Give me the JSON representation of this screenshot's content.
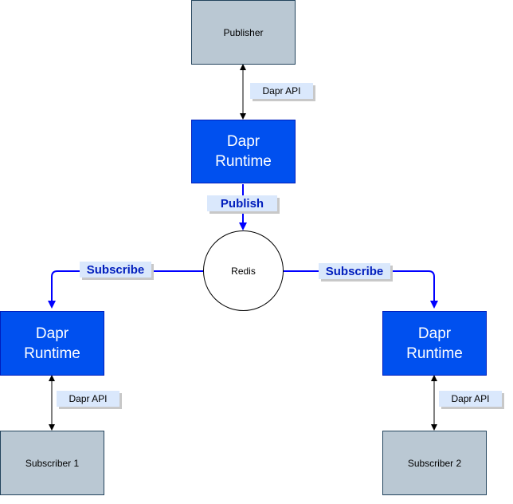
{
  "nodes": {
    "publisher": "Publisher",
    "runtime_top_line1": "Dapr",
    "runtime_top_line2": "Runtime",
    "redis": "Redis",
    "runtime_left_line1": "Dapr",
    "runtime_left_line2": "Runtime",
    "runtime_right_line1": "Dapr",
    "runtime_right_line2": "Runtime",
    "subscriber1": "Subscriber 1",
    "subscriber2": "Subscriber 2"
  },
  "edges": {
    "api_top": "Dapr API",
    "publish": "Publish",
    "subscribe_left": "Subscribe",
    "subscribe_right": "Subscribe",
    "api_left": "Dapr API",
    "api_right": "Dapr API"
  },
  "colors": {
    "grey_fill": "#bac8d3",
    "blue_fill": "#0050ef",
    "connector_blue": "#0000ff",
    "label_fill": "#dae8fc"
  }
}
